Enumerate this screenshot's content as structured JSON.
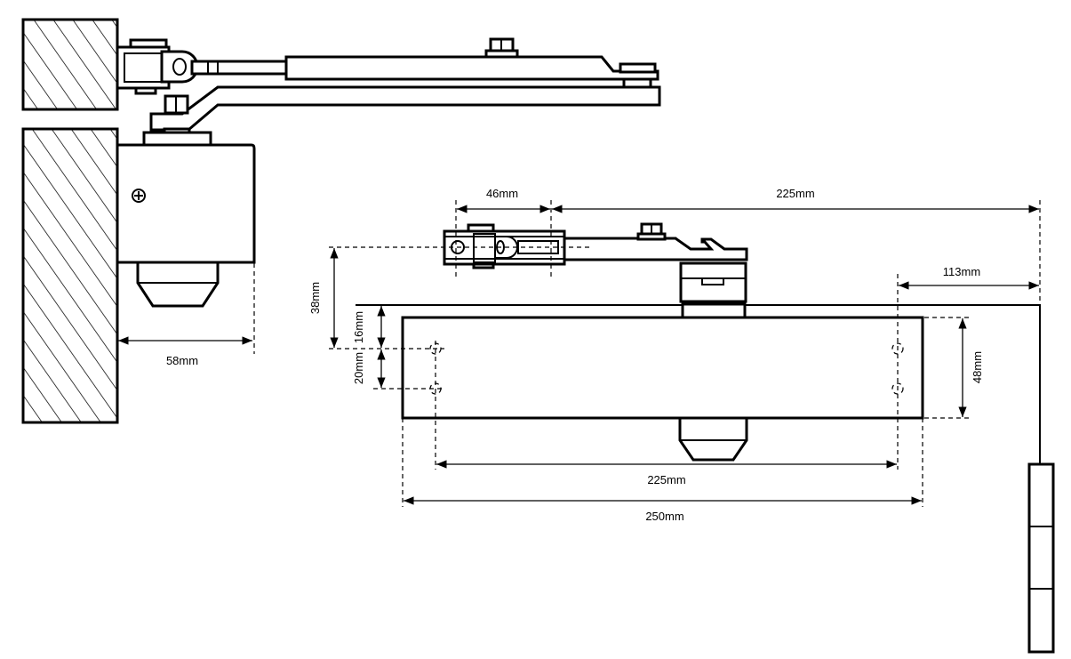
{
  "dimensions": {
    "side_depth": "58mm",
    "arm_pivot_offset": "46mm",
    "arm_length": "225mm",
    "hinge_offset": "113mm",
    "arm_height": "38mm",
    "top_hole_offset": "16mm",
    "hole_spacing_vertical": "20mm",
    "body_height": "48mm",
    "hole_spacing_horizontal": "225mm",
    "body_length": "250mm"
  }
}
